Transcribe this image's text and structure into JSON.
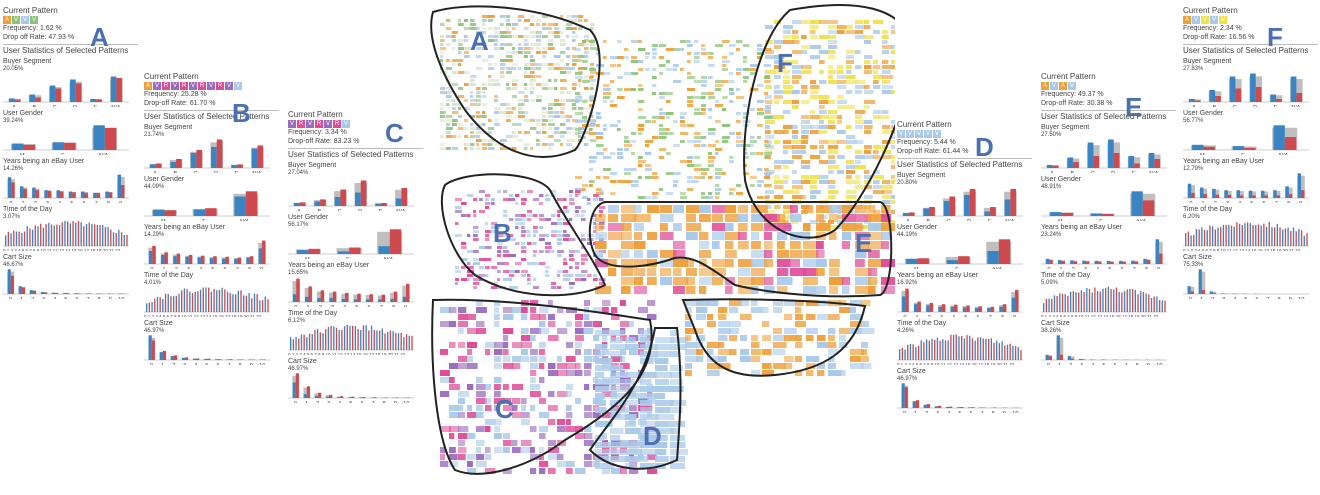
{
  "colors": {
    "blue": "#3b84c4",
    "red": "#cf4a4e",
    "gray": "#bfbfbf",
    "orange": "#ef9f3a",
    "lightblue": "#a9c9ea",
    "pink": "#e04a96",
    "purple": "#9b6bc0",
    "green": "#8cc37a",
    "yellow": "#f0e04a",
    "outline": "#222222",
    "letter": "#4a6fb3"
  },
  "labels": {
    "current_pattern": "Current Pattern",
    "user_stats": "User Statistics of Selected Patterns",
    "buyer_segment": "Buyer Segment",
    "user_gender": "User Gender",
    "years_ebay": "Years being an eBay User",
    "time_of_day": "Time of the Day",
    "cart_size": "Cart Size"
  },
  "ticks": {
    "segment": [
      "A",
      "B",
      "C",
      "D",
      "E",
      "N/A"
    ],
    "gender": [
      "M",
      "F",
      "N/A"
    ],
    "years": [
      "0",
      "1",
      "2",
      "3",
      "4",
      "5",
      "6",
      "7",
      "8",
      "9"
    ],
    "cart": [
      "0",
      "1",
      "2",
      "3",
      "4",
      "5",
      "6",
      "7",
      "8",
      "9",
      "10"
    ],
    "hours": "0 1 2 3 4 5 6 7 8 9 10 11 12 13 14 15 16 17 18 19 20 21 22"
  },
  "map": {
    "regions": [
      {
        "letter": "A"
      },
      {
        "letter": "F"
      },
      {
        "letter": "B"
      },
      {
        "letter": "E"
      },
      {
        "letter": "C"
      },
      {
        "letter": "D"
      }
    ]
  },
  "panels": [
    {
      "letter": "A",
      "tiles": [
        {
          "c": "#ef9f3a",
          "t": "A"
        },
        {
          "c": "#8cc37a",
          "t": "V"
        },
        {
          "c": "#a9c9ea",
          "t": "V"
        },
        {
          "c": "#8cc37a",
          "t": "V"
        }
      ],
      "frequency": "Frequency: 1.62 %",
      "dropoff": "Drop off Rate: 47.93 %",
      "charts": [
        {
          "kind": "segment",
          "ymax": "20.05%",
          "values": [
            [
              0.12,
              0.08
            ],
            [
              0.25,
              0.15
            ],
            [
              0.55,
              0.45
            ],
            [
              0.75,
              0.62
            ],
            [
              0.1,
              0.09
            ],
            [
              0.85,
              0.8
            ]
          ]
        },
        {
          "kind": "gender",
          "ymax": "39.24%",
          "values": [
            [
              0.25,
              0.2
            ],
            [
              0.3,
              0.28
            ],
            [
              0.95,
              0.85
            ]
          ]
        },
        {
          "kind": "years",
          "ymax": "14.26%",
          "values": [
            [
              0.8,
              0.6
            ],
            [
              0.45,
              0.35
            ],
            [
              0.4,
              0.3
            ],
            [
              0.3,
              0.28
            ],
            [
              0.3,
              0.25
            ],
            [
              0.25,
              0.22
            ],
            [
              0.25,
              0.2
            ],
            [
              0.2,
              0.2
            ],
            [
              0.25,
              0.22
            ],
            [
              0.9,
              0.5
            ]
          ]
        },
        {
          "kind": "time",
          "ymax": "3.07%"
        },
        {
          "kind": "cart",
          "ymax": "46.67%",
          "values": [
            [
              0.95,
              0.7
            ],
            [
              0.3,
              0.25
            ],
            [
              0.15,
              0.12
            ],
            [
              0.08,
              0.06
            ],
            [
              0.05,
              0.04
            ],
            [
              0.04,
              0.03
            ],
            [
              0.03,
              0.02
            ],
            [
              0.02,
              0.02
            ],
            [
              0.02,
              0.01
            ],
            [
              0.02,
              0.01
            ],
            [
              0.02,
              0.01
            ]
          ]
        }
      ]
    },
    {
      "letter": "B",
      "tiles": [
        {
          "c": "#ef9f3a",
          "t": "A"
        },
        {
          "c": "#9b6bc0",
          "t": "V"
        },
        {
          "c": "#e04a96",
          "t": "R"
        },
        {
          "c": "#9b6bc0",
          "t": "V"
        },
        {
          "c": "#e04a96",
          "t": "R"
        },
        {
          "c": "#9b6bc0",
          "t": "V"
        },
        {
          "c": "#e04a96",
          "t": "R"
        },
        {
          "c": "#9b6bc0",
          "t": "V"
        },
        {
          "c": "#e04a96",
          "t": "R"
        },
        {
          "c": "#9b6bc0",
          "t": "V"
        },
        {
          "c": "#a9c9ea",
          "t": "V"
        }
      ],
      "frequency": "Frequency: 25.28 %",
      "dropoff": "Drop-off Rate: 61.70 %",
      "charts": [
        {
          "kind": "segment",
          "ymax": "21.74%",
          "values": [
            [
              0.12,
              0.15
            ],
            [
              0.2,
              0.3
            ],
            [
              0.5,
              0.6
            ],
            [
              0.7,
              0.95
            ],
            [
              0.1,
              0.12
            ],
            [
              0.65,
              0.75
            ]
          ]
        },
        {
          "kind": "gender",
          "ymax": "44.09%",
          "values": [
            [
              0.25,
              0.22
            ],
            [
              0.25,
              0.3
            ],
            [
              0.75,
              0.95
            ]
          ]
        },
        {
          "kind": "years",
          "ymax": "14.29%",
          "values": [
            [
              0.5,
              0.7
            ],
            [
              0.35,
              0.45
            ],
            [
              0.3,
              0.4
            ],
            [
              0.28,
              0.35
            ],
            [
              0.25,
              0.32
            ],
            [
              0.22,
              0.3
            ],
            [
              0.2,
              0.28
            ],
            [
              0.2,
              0.25
            ],
            [
              0.25,
              0.3
            ],
            [
              0.6,
              0.9
            ]
          ]
        },
        {
          "kind": "time",
          "ymax": "4.01%"
        },
        {
          "kind": "cart",
          "ymax": "46.97%",
          "values": [
            [
              0.95,
              0.75
            ],
            [
              0.3,
              0.35
            ],
            [
              0.15,
              0.18
            ],
            [
              0.08,
              0.1
            ],
            [
              0.05,
              0.06
            ],
            [
              0.04,
              0.05
            ],
            [
              0.03,
              0.03
            ],
            [
              0.02,
              0.03
            ],
            [
              0.02,
              0.02
            ],
            [
              0.02,
              0.02
            ],
            [
              0.02,
              0.02
            ]
          ]
        }
      ]
    },
    {
      "letter": "C",
      "tiles": [
        {
          "c": "#9b6bc0",
          "t": "V"
        },
        {
          "c": "#e04a96",
          "t": "R"
        },
        {
          "c": "#9b6bc0",
          "t": "V"
        },
        {
          "c": "#e04a96",
          "t": "R"
        },
        {
          "c": "#9b6bc0",
          "t": "V"
        },
        {
          "c": "#e04a96",
          "t": "R"
        },
        {
          "c": "#a9c9ea",
          "t": "V"
        }
      ],
      "frequency": "Frequency: 3.34 %",
      "dropoff": "Drop-off Rate: 83.23 %",
      "charts": [
        {
          "kind": "segment",
          "ymax": "27.04%",
          "values": [
            [
              0.1,
              0.12
            ],
            [
              0.15,
              0.22
            ],
            [
              0.3,
              0.55
            ],
            [
              0.45,
              0.85
            ],
            [
              0.08,
              0.1
            ],
            [
              0.25,
              0.6
            ]
          ]
        },
        {
          "kind": "gender",
          "ymax": "56.17%",
          "values": [
            [
              0.15,
              0.2
            ],
            [
              0.1,
              0.25
            ],
            [
              0.3,
              0.95
            ]
          ]
        },
        {
          "kind": "years",
          "ymax": "15.65%",
          "values": [
            [
              0.3,
              0.9
            ],
            [
              0.2,
              0.6
            ],
            [
              0.15,
              0.45
            ],
            [
              0.15,
              0.4
            ],
            [
              0.12,
              0.35
            ],
            [
              0.1,
              0.32
            ],
            [
              0.1,
              0.3
            ],
            [
              0.1,
              0.28
            ],
            [
              0.12,
              0.4
            ],
            [
              0.2,
              0.7
            ]
          ]
        },
        {
          "kind": "time",
          "ymax": "6.12%"
        },
        {
          "kind": "cart",
          "ymax": "46.97%",
          "values": [
            [
              0.6,
              0.95
            ],
            [
              0.15,
              0.45
            ],
            [
              0.08,
              0.2
            ],
            [
              0.05,
              0.12
            ],
            [
              0.03,
              0.07
            ],
            [
              0.02,
              0.05
            ],
            [
              0.02,
              0.04
            ],
            [
              0.01,
              0.03
            ],
            [
              0.01,
              0.02
            ],
            [
              0.01,
              0.02
            ],
            [
              0.01,
              0.02
            ]
          ]
        }
      ]
    },
    {
      "letter": "D",
      "tiles": [
        {
          "c": "#a9c9ea",
          "t": "V"
        },
        {
          "c": "#a9c9ea",
          "t": "V"
        },
        {
          "c": "#a9c9ea",
          "t": "V"
        },
        {
          "c": "#a9c9ea",
          "t": "V"
        },
        {
          "c": "#a9c9ea",
          "t": "V"
        }
      ],
      "frequency": "Frequency: 5.44 %",
      "dropoff": "Drop-off Rate: 61.44 %",
      "charts": [
        {
          "kind": "segment",
          "ymax": "20.80%",
          "values": [
            [
              0.1,
              0.12
            ],
            [
              0.25,
              0.3
            ],
            [
              0.5,
              0.65
            ],
            [
              0.7,
              0.9
            ],
            [
              0.15,
              0.3
            ],
            [
              0.55,
              0.9
            ]
          ]
        },
        {
          "kind": "gender",
          "ymax": "44.19%",
          "values": [
            [
              0.2,
              0.22
            ],
            [
              0.15,
              0.3
            ],
            [
              0.5,
              0.95
            ]
          ]
        },
        {
          "kind": "years",
          "ymax": "16.92%",
          "values": [
            [
              0.6,
              0.9
            ],
            [
              0.3,
              0.4
            ],
            [
              0.25,
              0.35
            ],
            [
              0.2,
              0.3
            ],
            [
              0.2,
              0.28
            ],
            [
              0.18,
              0.25
            ],
            [
              0.15,
              0.22
            ],
            [
              0.15,
              0.2
            ],
            [
              0.2,
              0.3
            ],
            [
              0.55,
              0.85
            ]
          ]
        },
        {
          "kind": "time",
          "ymax": "4.26%"
        },
        {
          "kind": "cart",
          "ymax": "46.97%",
          "values": [
            [
              0.95,
              0.8
            ],
            [
              0.25,
              0.3
            ],
            [
              0.12,
              0.15
            ],
            [
              0.06,
              0.08
            ],
            [
              0.04,
              0.05
            ],
            [
              0.03,
              0.04
            ],
            [
              0.02,
              0.03
            ],
            [
              0.02,
              0.02
            ],
            [
              0.01,
              0.02
            ],
            [
              0.01,
              0.01
            ],
            [
              0.01,
              0.01
            ]
          ]
        }
      ]
    },
    {
      "letter": "E",
      "tiles": [
        {
          "c": "#ef9f3a",
          "t": "A"
        },
        {
          "c": "#a9c9ea",
          "t": "V"
        },
        {
          "c": "#ef9f3a",
          "t": "A"
        },
        {
          "c": "#a9c9ea",
          "t": "V"
        }
      ],
      "frequency": "Frequency: 49.37 %",
      "dropoff": "Drop-off Rate: 30.38 %",
      "charts": [
        {
          "kind": "segment",
          "ymax": "27.50%",
          "values": [
            [
              0.1,
              0.08
            ],
            [
              0.35,
              0.2
            ],
            [
              0.85,
              0.4
            ],
            [
              0.95,
              0.5
            ],
            [
              0.4,
              0.15
            ],
            [
              0.5,
              0.3
            ]
          ]
        },
        {
          "kind": "gender",
          "ymax": "48.91%",
          "values": [
            [
              0.15,
              0.12
            ],
            [
              0.1,
              0.08
            ],
            [
              0.95,
              0.6
            ]
          ]
        },
        {
          "kind": "years",
          "ymax": "23.24%",
          "values": [
            [
              0.2,
              0.15
            ],
            [
              0.15,
              0.12
            ],
            [
              0.14,
              0.1
            ],
            [
              0.13,
              0.1
            ],
            [
              0.12,
              0.09
            ],
            [
              0.12,
              0.08
            ],
            [
              0.12,
              0.08
            ],
            [
              0.13,
              0.09
            ],
            [
              0.2,
              0.15
            ],
            [
              0.95,
              0.4
            ]
          ]
        },
        {
          "kind": "time",
          "ymax": "5.09%"
        },
        {
          "kind": "cart",
          "ymax": "38.26%",
          "values": [
            [
              0.2,
              0.15
            ],
            [
              0.95,
              0.2
            ],
            [
              0.15,
              0.05
            ],
            [
              0.04,
              0.02
            ],
            [
              0.02,
              0.01
            ],
            [
              0.02,
              0.01
            ],
            [
              0.01,
              0.01
            ],
            [
              0.01,
              0.01
            ],
            [
              0.01,
              0
            ],
            [
              0.01,
              0
            ],
            [
              0.01,
              0
            ]
          ]
        }
      ]
    },
    {
      "letter": "F",
      "tiles": [
        {
          "c": "#ef9f3a",
          "t": "A"
        },
        {
          "c": "#a9c9ea",
          "t": "V"
        },
        {
          "c": "#f0e04a",
          "t": "V"
        },
        {
          "c": "#a9c9ea",
          "t": "V"
        },
        {
          "c": "#f0e04a",
          "t": "V"
        }
      ],
      "frequency": "Frequency: 2.34 %",
      "dropoff": "Drop-off Rate: 16.56 %",
      "charts": [
        {
          "kind": "segment",
          "ymax": "27.83%",
          "values": [
            [
              0.1,
              0.05
            ],
            [
              0.4,
              0.2
            ],
            [
              0.85,
              0.45
            ],
            [
              0.95,
              0.5
            ],
            [
              0.25,
              0.1
            ],
            [
              0.85,
              0.3
            ]
          ]
        },
        {
          "kind": "gender",
          "ymax": "56.77%",
          "values": [
            [
              0.2,
              0.12
            ],
            [
              0.15,
              0.08
            ],
            [
              0.95,
              0.5
            ]
          ]
        },
        {
          "kind": "years",
          "ymax": "12.79%",
          "values": [
            [
              0.55,
              0.2
            ],
            [
              0.4,
              0.15
            ],
            [
              0.35,
              0.12
            ],
            [
              0.3,
              0.12
            ],
            [
              0.3,
              0.1
            ],
            [
              0.28,
              0.1
            ],
            [
              0.28,
              0.1
            ],
            [
              0.3,
              0.1
            ],
            [
              0.45,
              0.15
            ],
            [
              0.95,
              0.3
            ]
          ]
        },
        {
          "kind": "time",
          "ymax": "6.20%"
        },
        {
          "kind": "cart",
          "ymax": "75.33%",
          "values": [
            [
              0.3,
              0.1
            ],
            [
              0.95,
              0.15
            ],
            [
              0.1,
              0.03
            ],
            [
              0.02,
              0.01
            ],
            [
              0.01,
              0.01
            ],
            [
              0.01,
              0
            ],
            [
              0.01,
              0
            ],
            [
              0,
              0
            ],
            [
              0,
              0
            ],
            [
              0,
              0
            ],
            [
              0,
              0
            ]
          ]
        }
      ]
    }
  ]
}
